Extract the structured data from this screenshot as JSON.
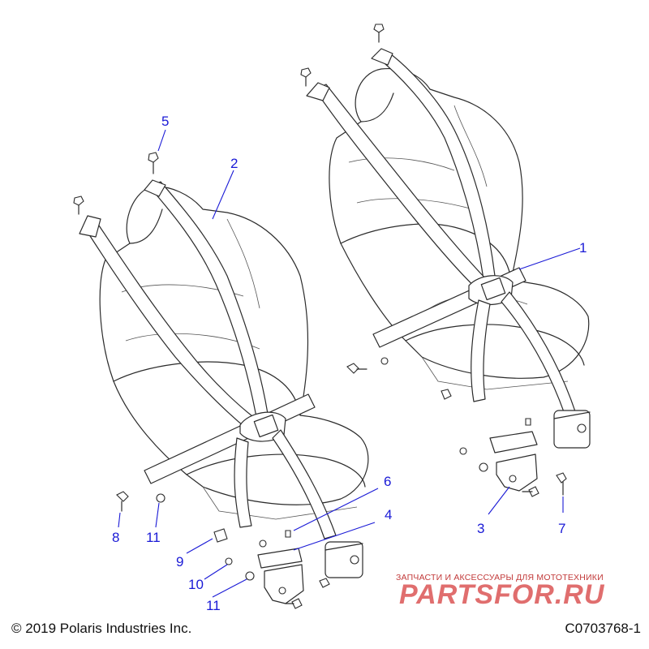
{
  "callouts": [
    {
      "num": "1"
    },
    {
      "num": "2"
    },
    {
      "num": "3"
    },
    {
      "num": "4"
    },
    {
      "num": "5"
    },
    {
      "num": "6"
    },
    {
      "num": "7"
    },
    {
      "num": "8"
    },
    {
      "num": "9"
    },
    {
      "num": "10"
    },
    {
      "num": "11"
    },
    {
      "num": "11"
    }
  ],
  "footer": {
    "copyright": "© 2019 Polaris Industries Inc.",
    "figure_code": "C0703768-1"
  },
  "watermark": {
    "tagline": "ЗАПЧАСТИ И АКСЕССУАРЫ ДЛЯ МОТОТЕХНИКИ",
    "logo": "PARTSFOR.RU"
  },
  "colors": {
    "callout": "#1a1ad6",
    "line": "#2b2b2b",
    "watermark": "#d94a4a"
  }
}
